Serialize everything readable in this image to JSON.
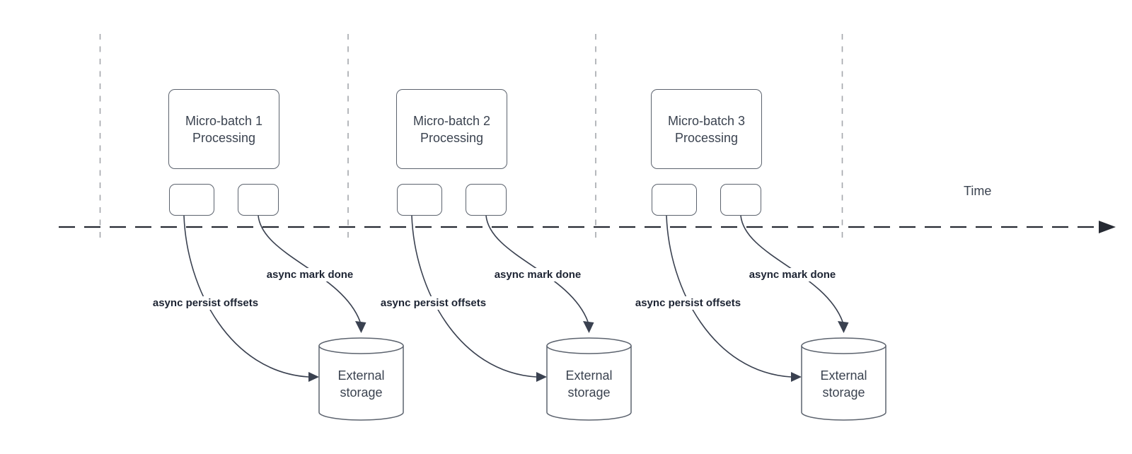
{
  "diagram": {
    "time_label": "Time",
    "groups": [
      {
        "box_title_line1": "Micro-batch 1",
        "box_title_line2": "Processing",
        "persist_label": "async persist offsets",
        "mark_done_label": "async mark done",
        "storage_line1": "External",
        "storage_line2": "storage"
      },
      {
        "box_title_line1": "Micro-batch 2",
        "box_title_line2": "Processing",
        "persist_label": "async persist offsets",
        "mark_done_label": "async mark done",
        "storage_line1": "External",
        "storage_line2": "storage"
      },
      {
        "box_title_line1": "Micro-batch 3",
        "box_title_line2": "Processing",
        "persist_label": "async persist offsets",
        "mark_done_label": "async mark done",
        "storage_line1": "External",
        "storage_line2": "storage"
      }
    ],
    "colors": {
      "background": "#ffffff",
      "connector": "#3a4150",
      "timeline": "#262a33",
      "guide_line": "#a3a6ab",
      "shape_border": "#5c636e",
      "shape_text": "#3b4350",
      "edge_label_text": "#1d2433"
    }
  }
}
